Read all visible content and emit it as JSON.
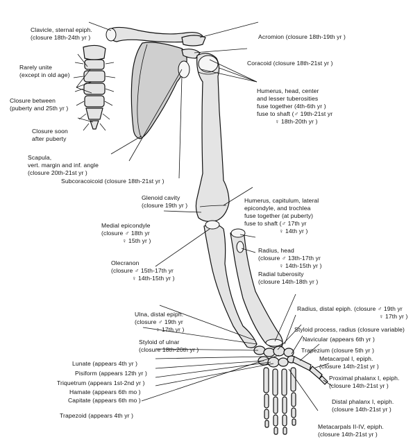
{
  "labels": {
    "clavicle": [
      "Clavicle, sternal epiph.",
      "(closure 18th-24th yr )"
    ],
    "rarely": [
      "Rarely unite",
      "(except in old age)"
    ],
    "closure_between": [
      "Closure between",
      "(puberty and 25th yr )"
    ],
    "closure_soon": [
      "Closure soon",
      "after puberty"
    ],
    "scapula": [
      "Scapula,",
      "vert. margin and inf. angle",
      "(closure 20th-21st yr )"
    ],
    "subcoracoid": [
      "Subcoracoicoid (closure 18th-21st yr )"
    ],
    "acromion": [
      "Acromion (closure 18th-19th yr )"
    ],
    "coracoid": [
      "Coracoid (closure 18th-21st yr )"
    ],
    "humerus_head": [
      "Humerus, head, center",
      "and lesser tuberosities",
      "fuse together (4th-6th yr )",
      "fuse to shaft (♂ 19th-21st yr",
      "♀ 18th-20th yr )"
    ],
    "glenoid": [
      "Glenoid cavity",
      "(closure 19th yr )"
    ],
    "humerus_cap": [
      "Humerus, capitulum, lateral",
      "epicondyle, and trochlea",
      "fuse together (at puberty)",
      "fuse to shaft (♂ 17th yr",
      "♀ 14th yr )"
    ],
    "medial_epi": [
      "Medial epicondyle",
      "(closure ♂ 18th yr",
      "♀ 15th yr )"
    ],
    "radius_head": [
      "Radius, head",
      "(closure ♂ 13th-17th yr",
      "♀ 14th-15th yr )"
    ],
    "radial_tub": [
      "Radial tuberosity",
      "(closure 14th-18th yr )"
    ],
    "olecranon": [
      "Olecranon",
      "(closure ♂ 15th-17th yr",
      "♀ 14th-15th yr )"
    ],
    "ulna_distal": [
      "Ulna, distal epiph.",
      "(closure ♂ 19th yr",
      "♀ 17th yr )"
    ],
    "radius_distal": [
      "Radius, distal epiph. (closure ♂ 19th yr",
      "♀ 17th yr )"
    ],
    "styloid_radius": [
      "Styloid process, radius (closure variable)"
    ],
    "styloid_ulnar": [
      "Styloid of ulnar",
      "(closure 18th-20th yr )"
    ],
    "navicular": [
      "Navicular (appears 6th yr )"
    ],
    "trapezium": [
      "Trapezium (closure 5th yr )"
    ],
    "metacarpal1": [
      "Metacarpal I, epiph.",
      "(closure 14th-21st yr )"
    ],
    "lunate": [
      "Lunate (appears 4th yr )"
    ],
    "pisiform": [
      "Pisiform (appears 12th yr )"
    ],
    "triquetrum": [
      "Triquetrum (appears 1st-2nd yr )"
    ],
    "hamate": [
      "Hamate (appears 6th mo )"
    ],
    "capitate": [
      "Capitate (appears 6th mo )"
    ],
    "prox_phalanx": [
      "Proximal phalanx I, epiph.",
      "(closure 14th-21st yr )"
    ],
    "distal_phalanx": [
      "Distal phalanx I, epiph.",
      "(closure 14th-21st yr )"
    ],
    "trapezoid": [
      "Trapezoid (appears 4th yr )"
    ],
    "metacarpals": [
      "Metacarpals II-IV, epiph.",
      "(closure 14th-21st yr )"
    ]
  }
}
